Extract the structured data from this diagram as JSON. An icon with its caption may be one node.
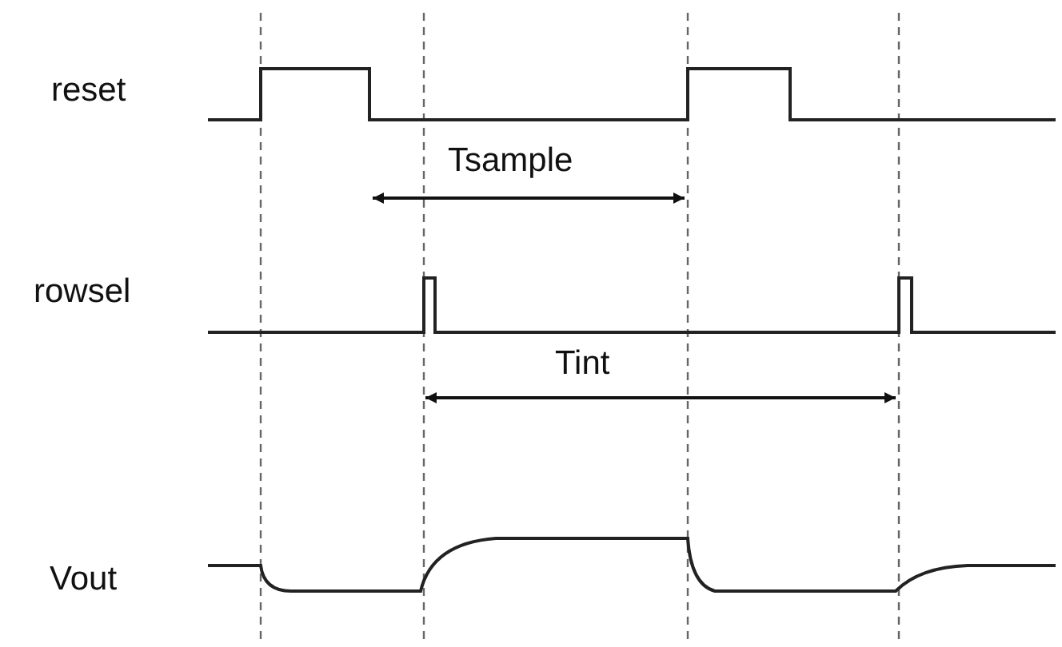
{
  "diagram": {
    "labels": [
      "reset",
      "Tsample",
      "rowsel",
      "Tint",
      "Vout"
    ]
  }
}
